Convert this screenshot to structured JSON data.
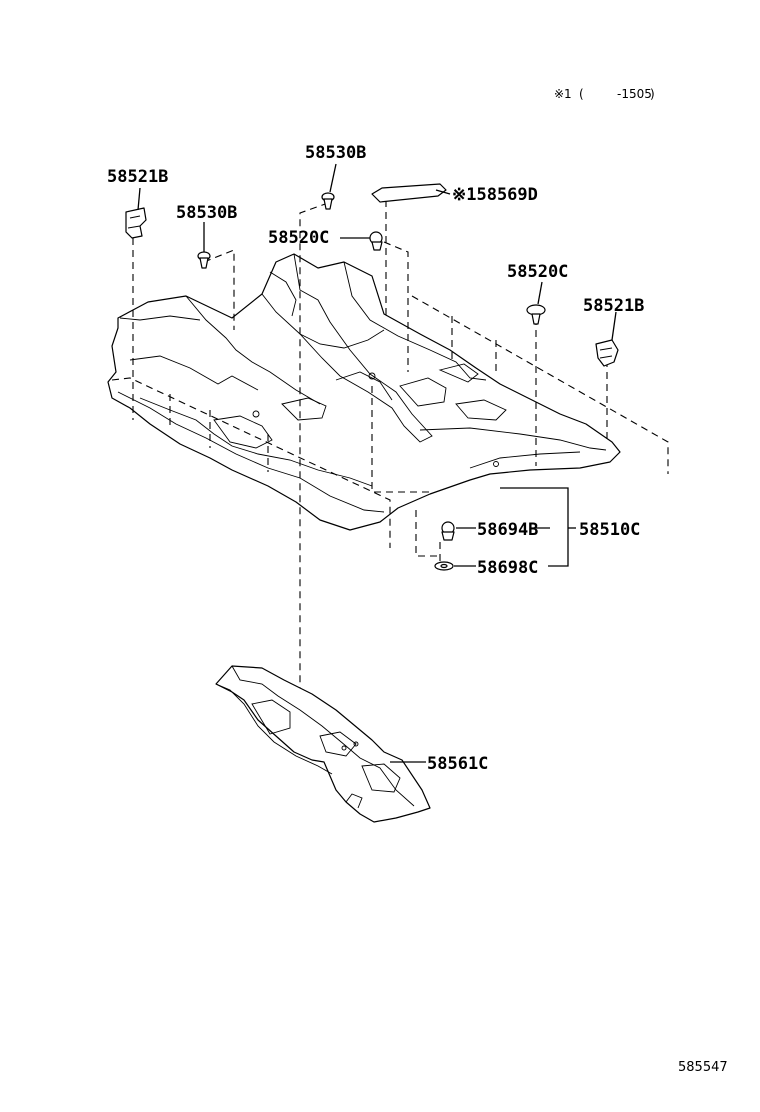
{
  "note": {
    "mark": "※1",
    "open": "(",
    "range": "-1505",
    "close": ")"
  },
  "diagram_id": "585547",
  "labels": {
    "p58521B_left": "58521B",
    "p58530B_top": "58530B",
    "p58530B_left": "58530B",
    "p58569D": "※158569D",
    "p58520C_center": "58520C",
    "p58520C_right": "58520C",
    "p58521B_right": "58521B",
    "p58694B": "58694B",
    "p58698C": "58698C",
    "p58510C": "58510C",
    "p58561C": "58561C"
  }
}
